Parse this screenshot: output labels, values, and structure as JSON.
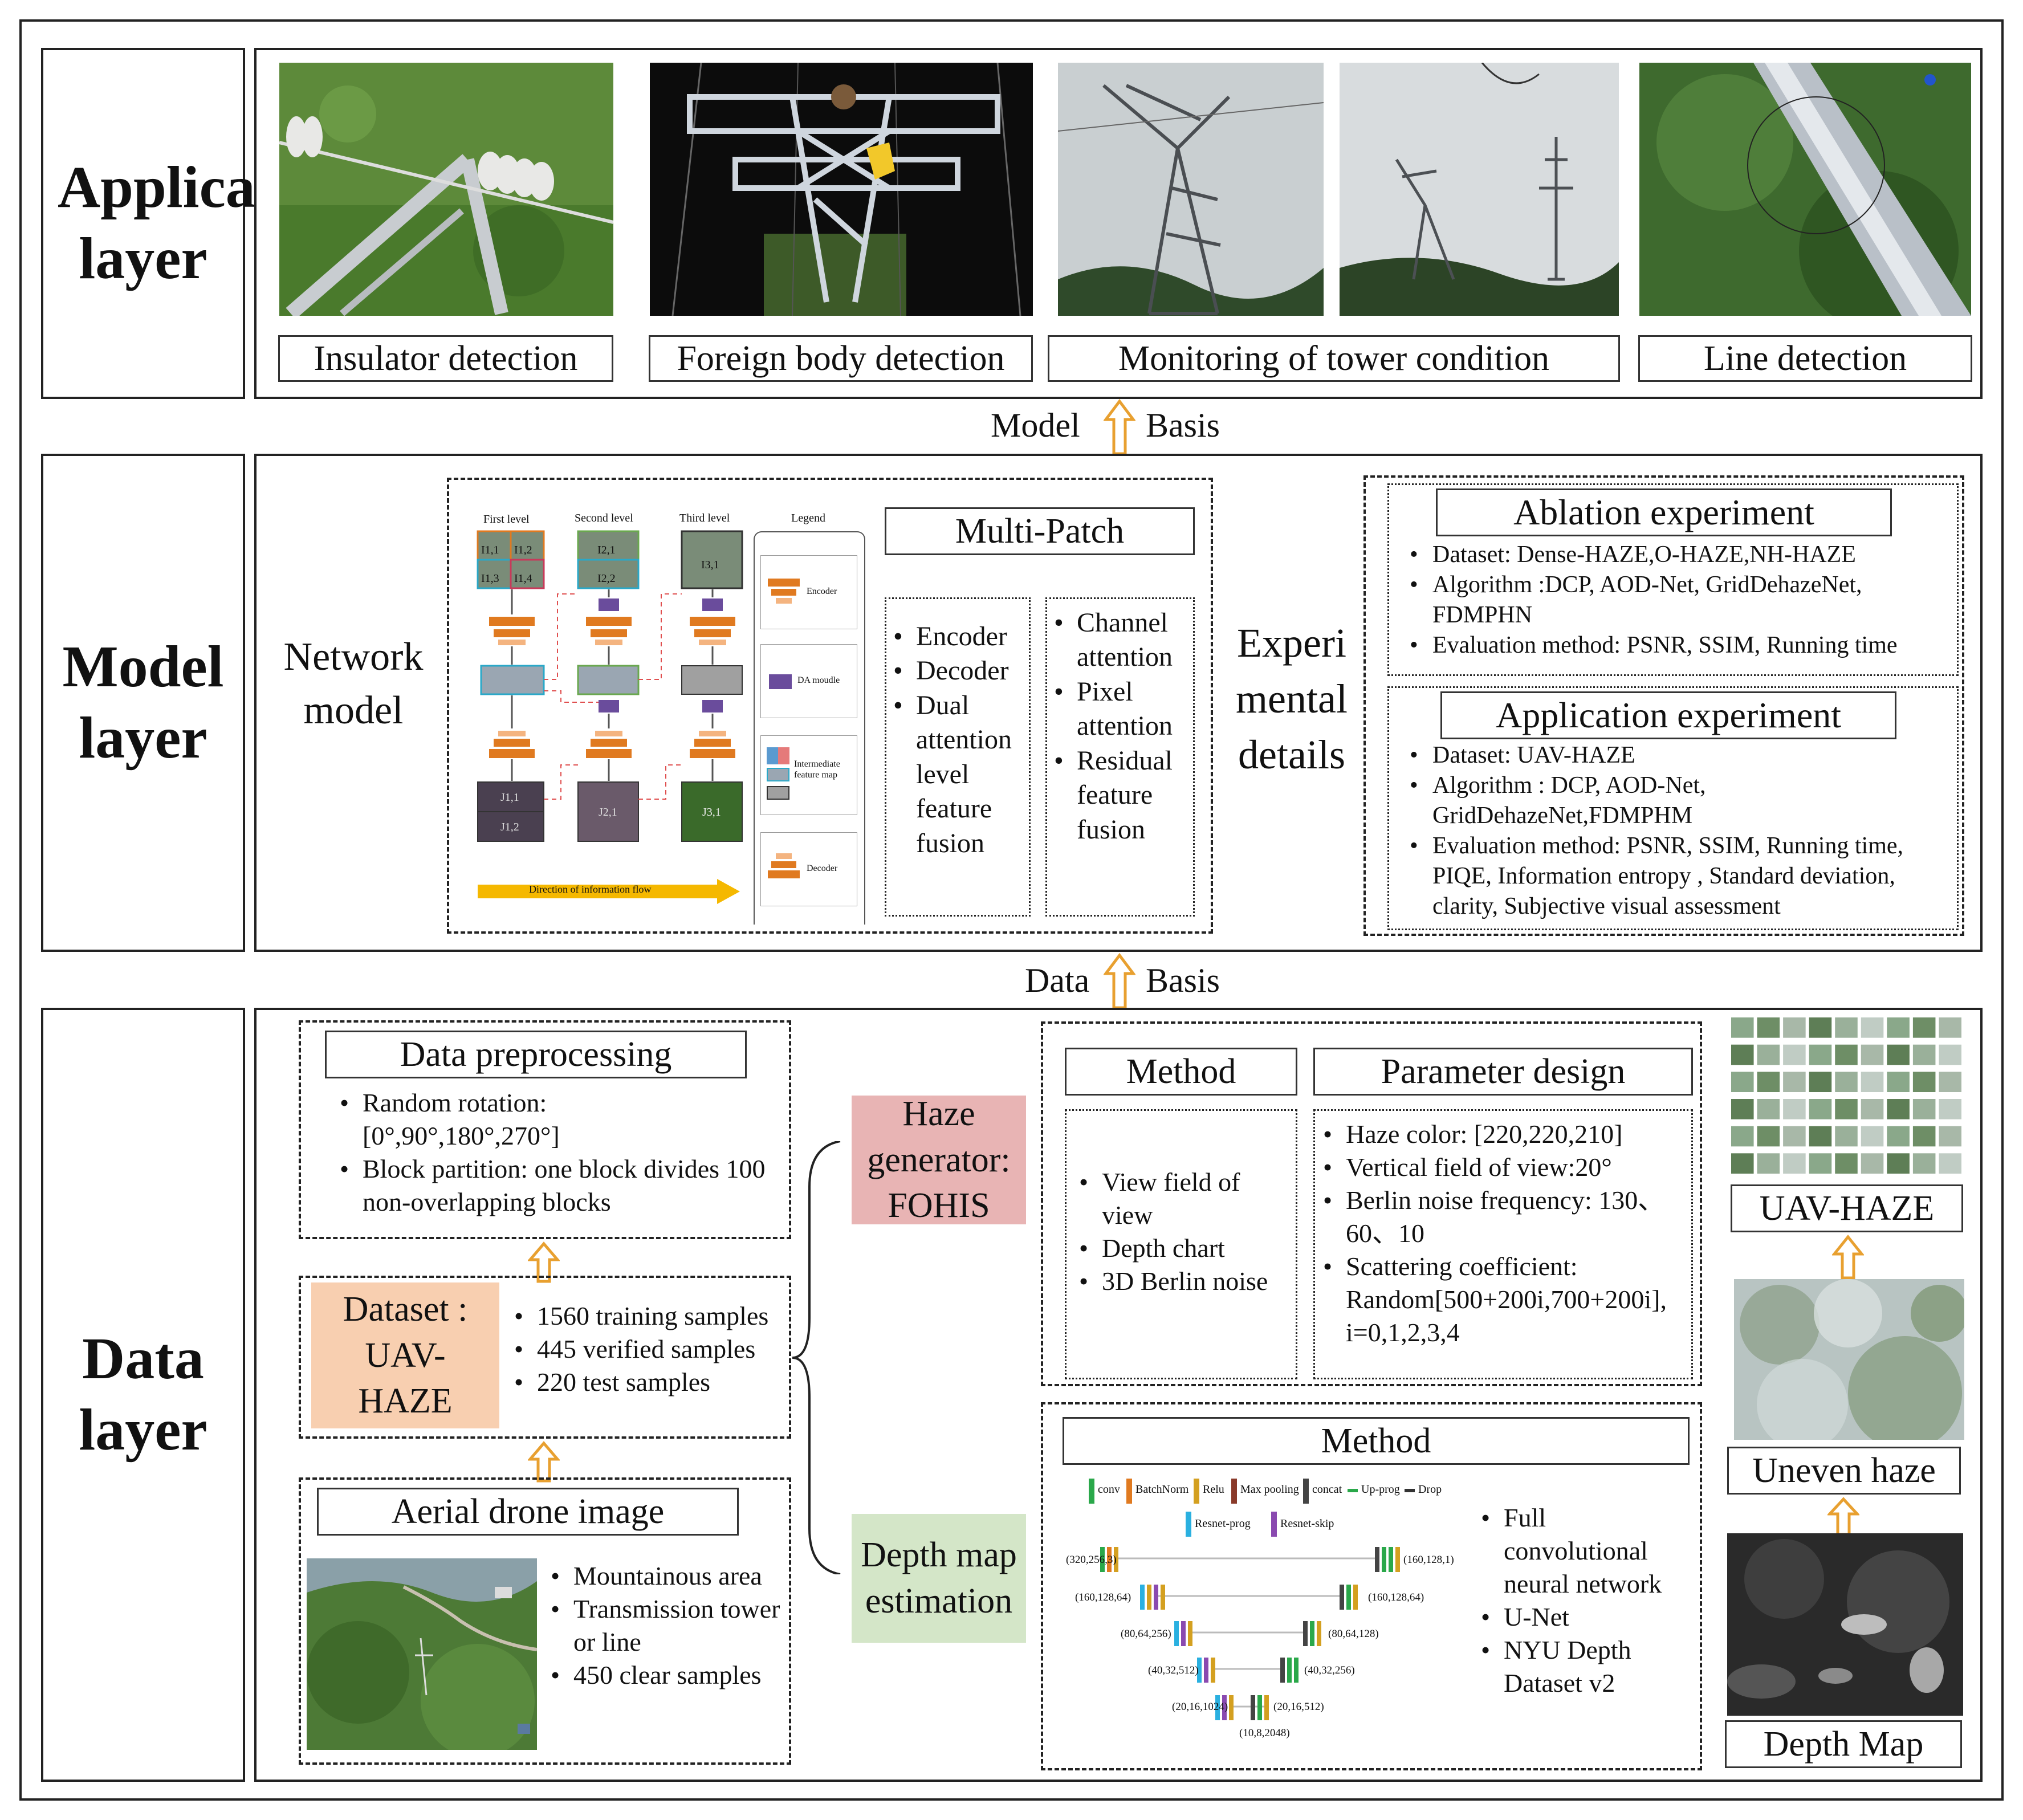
{
  "application_layer": {
    "title": "Application layer",
    "tasks": [
      "Insulator detection",
      "Foreign body detection",
      "Monitoring of tower condition",
      "Line detection"
    ]
  },
  "model_basis": {
    "left": "Model",
    "right": "Basis"
  },
  "model_layer": {
    "title": "Model layer",
    "network_model": "Network model",
    "network_fig": {
      "levels": [
        "First level",
        "Second level",
        "Third level",
        "Legend"
      ],
      "inputs_first": [
        "I1,1",
        "I1,2",
        "I1,3",
        "I1,4"
      ],
      "inputs_second": [
        "I2,1",
        "I2,2"
      ],
      "input_third": "I3,1",
      "outputs_first": [
        "J1,1",
        "J1,2"
      ],
      "output_second": "J2,1",
      "output_third": "J3,1",
      "legend_items": [
        "Encoder",
        "DA moudle",
        "Intermediate feature map",
        "Decoder"
      ],
      "flow_label": "Direction of information flow"
    },
    "multi_patch": {
      "title": "Multi-Patch",
      "list1": [
        "Encoder",
        "Decoder",
        "Dual attention level feature fusion"
      ],
      "list2": [
        "Channel attention",
        "Pixel attention",
        "Residual feature fusion"
      ]
    },
    "experimental_details": "Experimental details",
    "ablation": {
      "title": "Ablation experiment",
      "items": [
        "Dataset: Dense-HAZE,O-HAZE,NH-HAZE",
        "Algorithm :DCP, AOD-Net, GridDehazeNet, FDMPHN",
        "Evaluation method: PSNR, SSIM, Running  time"
      ]
    },
    "application": {
      "title": "Application experiment",
      "items": [
        "Dataset: UAV-HAZE",
        "Algorithm : DCP, AOD-Net, GridDehazeNet,FDMPHM",
        "Evaluation method: PSNR, SSIM, Running time, PIQE, Information entropy , Standard deviation, clarity, Subjective visual assessment"
      ]
    }
  },
  "data_basis": {
    "left": "Data",
    "right": "Basis"
  },
  "data_layer": {
    "title": "Data layer",
    "preprocessing": {
      "title": "Data preprocessing",
      "items": [
        "Random rotation:[0°,90°,180°,270°]",
        "Block partition: one block divides 100 non-overlapping blocks"
      ]
    },
    "dataset": {
      "label": "Dataset : UAV-HAZE",
      "items": [
        "1560 training samples",
        "445 verified samples",
        "220 test samples"
      ]
    },
    "aerial": {
      "title": "Aerial drone image",
      "items": [
        "Mountainous area",
        "Transmission tower or line",
        "450 clear samples"
      ]
    },
    "haze_generator": "Haze generator: FOHIS",
    "depth_estimation": "Depth map estimation",
    "method_top": {
      "title": "Method",
      "items": [
        "View field of view",
        "Depth chart",
        "3D Berlin noise"
      ]
    },
    "parameter_design": {
      "title": "Parameter design",
      "items": [
        "Haze color: [220,220,210]",
        "Vertical field of view:20°",
        "Berlin noise frequency: 130、60、10",
        "Scattering coefficient: Random[500+200i,700+200i], i=0,1,2,3,4"
      ]
    },
    "method_bottom": {
      "title": "Method",
      "legend": [
        "conv",
        "BatchNorm",
        "Relu",
        "Max pooling",
        "concat",
        "Up-prog",
        "Drop",
        "Resnet-prog",
        "Resnet-skip"
      ],
      "unet_left": [
        "(320,256,3)",
        "(160,128,64)",
        "(80,64,256)",
        "(40,32,512)",
        "(20,16,1024)"
      ],
      "unet_right": [
        "(160,128,1)",
        "(160,128,64)",
        "(80,64,128)",
        "(40,32,256)",
        "(20,16,512)"
      ],
      "unet_bottom": "(10,8,2048)",
      "items": [
        "Full convolutional neural network",
        "U-Net",
        "NYU Depth Dataset v2"
      ]
    },
    "right_labels": [
      "UAV-HAZE",
      "Uneven haze",
      "Depth Map"
    ]
  },
  "colors": {
    "arrow": "#e8a030",
    "haze_generator_bg": "#e8b4b4",
    "depth_estimation_bg": "#d4e6c8",
    "dataset_bg": "#f8cfb0",
    "encoder": "#e07a20",
    "da_module": "#6a4c9c",
    "flow_arrow": "#f5b800"
  }
}
